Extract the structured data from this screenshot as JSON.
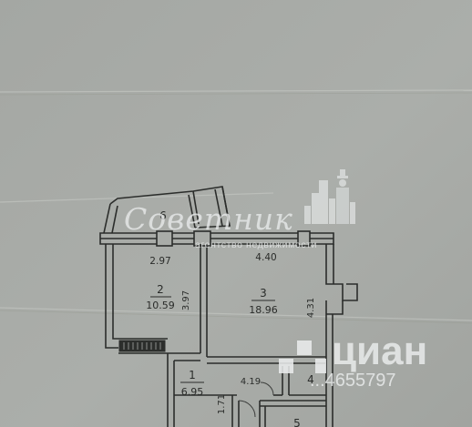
{
  "rooms": [
    {
      "id": "6",
      "number": "6"
    },
    {
      "id": "2",
      "number": "2",
      "area": "10.59"
    },
    {
      "id": "3",
      "number": "3",
      "area": "18.96"
    },
    {
      "id": "1",
      "number": "1",
      "area": "6.95"
    },
    {
      "id": "4",
      "number": "4"
    },
    {
      "id": "5",
      "number": "5"
    }
  ],
  "dimensions": {
    "room2_width": "2.97",
    "room2_depth": "3.97",
    "room3_width": "4.40",
    "room3_depth": "4.31",
    "hall_length": "4.19",
    "hall_width": "1.71"
  },
  "watermarks": {
    "agency_logo_text": "Советник",
    "agency_tagline": "агентство недвижимости",
    "listing_brand": "циан",
    "listing_id_partial": "...4655797"
  },
  "colors": {
    "paper": "#a7aaa6",
    "ink": "#2b2d2b",
    "watermark": "#eceeee"
  },
  "icon_names": [
    "radiator-icon",
    "agency-logo-skyline-icon",
    "cian-logo-icon"
  ]
}
